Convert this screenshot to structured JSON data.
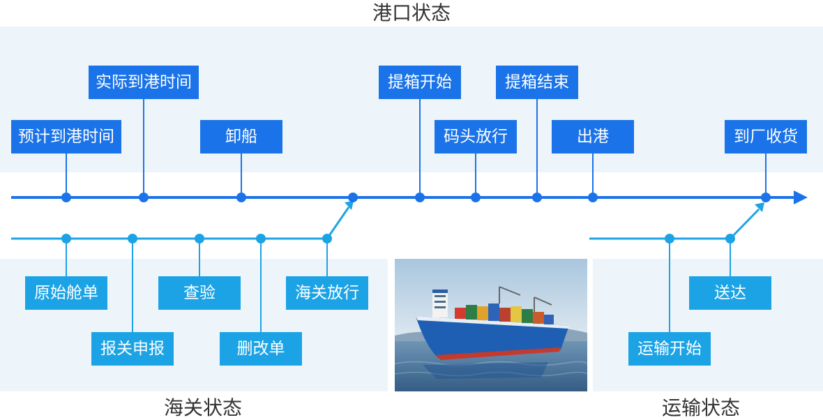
{
  "sections": {
    "port": "港口状态",
    "customs": "海关状态",
    "transport": "运输状态"
  },
  "port_events": [
    {
      "id": "eta",
      "label": "预计到港时间"
    },
    {
      "id": "ata",
      "label": "实际到港时间"
    },
    {
      "id": "unload",
      "label": "卸船"
    },
    {
      "id": "pickup-start",
      "label": "提箱开始"
    },
    {
      "id": "terminal-release",
      "label": "码头放行"
    },
    {
      "id": "pickup-end",
      "label": "提箱结束"
    },
    {
      "id": "depart",
      "label": "出港"
    },
    {
      "id": "factory-receive",
      "label": "到厂收货"
    }
  ],
  "customs_events": [
    {
      "id": "original-manifest",
      "label": "原始舱单"
    },
    {
      "id": "declaration",
      "label": "报关申报"
    },
    {
      "id": "inspection",
      "label": "查验"
    },
    {
      "id": "delete-modify",
      "label": "删改单"
    },
    {
      "id": "customs-release",
      "label": "海关放行"
    }
  ],
  "transport_events": [
    {
      "id": "transport-start",
      "label": "运输开始"
    },
    {
      "id": "delivered",
      "label": "送达"
    }
  ],
  "colors": {
    "port_line": "#1a73e8",
    "customs_line": "#1ba3e6",
    "band": "#eef5fa"
  }
}
